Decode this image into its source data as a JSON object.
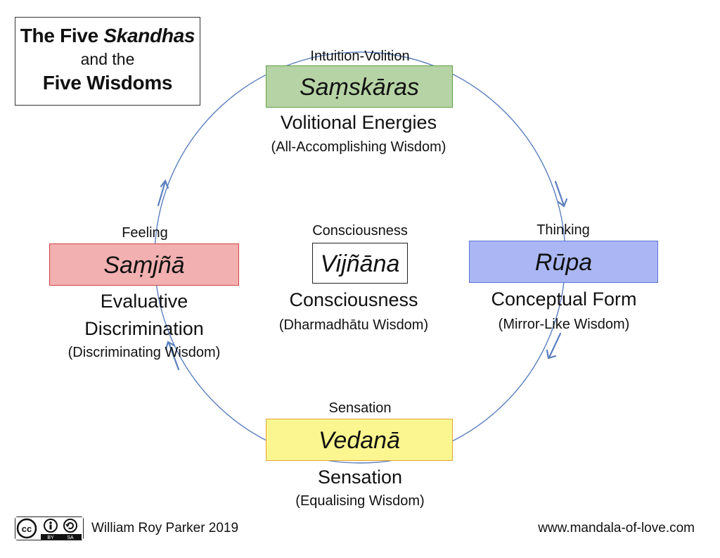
{
  "title": {
    "line1_plain": "The Five ",
    "line1_italic": "Skandhas",
    "line2": "and the",
    "line3": "Five Wisdoms"
  },
  "skandhas": {
    "samskaras": {
      "top_label": "Intuition-Volition",
      "name": "Saṃskāras",
      "description": "Volitional Energies",
      "wisdom": "(All-Accomplishing Wisdom)",
      "fill": "#b6d3a5",
      "border": "#5e9e46"
    },
    "rupa": {
      "top_label": "Thinking",
      "name": "Rūpa",
      "description": "Conceptual Form",
      "wisdom": "(Mirror-Like Wisdom)",
      "fill": "#aab7f4",
      "border": "#5a72d8"
    },
    "vedana": {
      "top_label": "Sensation",
      "name": "Vedanā",
      "description": "Sensation",
      "wisdom": "(Equalising Wisdom)",
      "fill": "#fbf68f",
      "border": "#e2a33a"
    },
    "samjna": {
      "top_label": "Feeling",
      "name": "Saṃjñā",
      "description_line1": "Evaluative",
      "description_line2": "Discrimination",
      "wisdom": "(Discriminating Wisdom)",
      "fill": "#f2b0b0",
      "border": "#d04646"
    },
    "vijnana": {
      "top_label": "Consciousness",
      "name": "Vijñāna",
      "description": "Consciousness",
      "wisdom": "(Dharmadhātu Wisdom)",
      "fill": "#ffffff",
      "border": "#222222"
    }
  },
  "ring_color": "#5b7fbf",
  "footer": {
    "author": "William Roy Parker 2019",
    "website": "www.mandala-of-love.com",
    "license_badge": {
      "icons": [
        "cc-icon",
        "by-icon",
        "sa-icon"
      ],
      "by": "BY",
      "sa": "SA"
    }
  }
}
